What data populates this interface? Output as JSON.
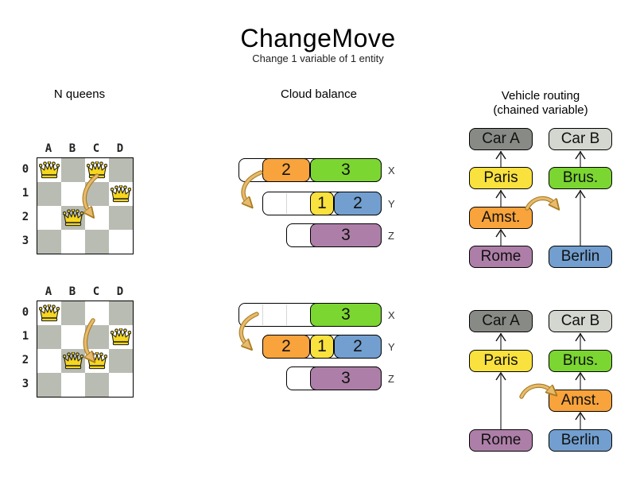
{
  "title": "ChangeMove",
  "subtitle": "Change 1 variable of 1 entity",
  "columns": {
    "nqueens_header": "N queens",
    "cloud_header": "Cloud balance",
    "vehicle_header_line1": "Vehicle routing",
    "vehicle_header_line2": "(chained variable)"
  },
  "nqueens": {
    "column_labels": [
      "A",
      "B",
      "C",
      "D"
    ],
    "row_labels": [
      "0",
      "1",
      "2",
      "3"
    ],
    "boards": [
      {
        "state": "before",
        "queens": [
          {
            "col": 0,
            "row": 0
          },
          {
            "col": 2,
            "row": 0
          },
          {
            "col": 3,
            "row": 1
          },
          {
            "col": 1,
            "row": 2
          }
        ]
      },
      {
        "state": "after",
        "queens": [
          {
            "col": 0,
            "row": 0
          },
          {
            "col": 3,
            "row": 1
          },
          {
            "col": 1,
            "row": 2
          },
          {
            "col": 2,
            "row": 2
          }
        ]
      }
    ]
  },
  "cloud": {
    "before": {
      "rows": [
        {
          "label": "X",
          "blocks": [
            {
              "value": "2",
              "color": "orange"
            },
            {
              "value": "3",
              "color": "green"
            }
          ]
        },
        {
          "label": "Y",
          "blocks": [
            {
              "value": "1",
              "color": "yellow"
            },
            {
              "value": "2",
              "color": "blue"
            }
          ]
        },
        {
          "label": "Z",
          "blocks": [
            {
              "value": "3",
              "color": "purple"
            }
          ]
        }
      ]
    },
    "after": {
      "rows": [
        {
          "label": "X",
          "blocks": [
            {
              "value": "3",
              "color": "green"
            }
          ]
        },
        {
          "label": "Y",
          "blocks": [
            {
              "value": "2",
              "color": "orange"
            },
            {
              "value": "1",
              "color": "yellow"
            },
            {
              "value": "2",
              "color": "blue"
            }
          ]
        },
        {
          "label": "Z",
          "blocks": [
            {
              "value": "3",
              "color": "purple"
            }
          ]
        }
      ]
    }
  },
  "vehicle": {
    "before": {
      "chains": [
        [
          "Car A",
          "Paris",
          "Amst.",
          "Rome"
        ],
        [
          "Car B",
          "Brus.",
          "Berlin"
        ]
      ]
    },
    "after": {
      "chains": [
        [
          "Car A",
          "Paris",
          "Rome"
        ],
        [
          "Car B",
          "Brus.",
          "Amst.",
          "Berlin"
        ]
      ]
    }
  },
  "colors": {
    "orange": "#f8a33c",
    "green": "#7bd631",
    "yellow": "#f9e13e",
    "blue": "#729fcf",
    "purple": "#ad7fa8",
    "car_gray_dark": "#888a85",
    "car_gray_light": "#d3d7cf",
    "board_dark_cell": "#b9bcb3",
    "queen_yellow": "#f6d71f",
    "move_arrow_tan": "#e7ba6e",
    "move_arrow_outline": "#a87c1f",
    "connector_gray": "#808080"
  }
}
